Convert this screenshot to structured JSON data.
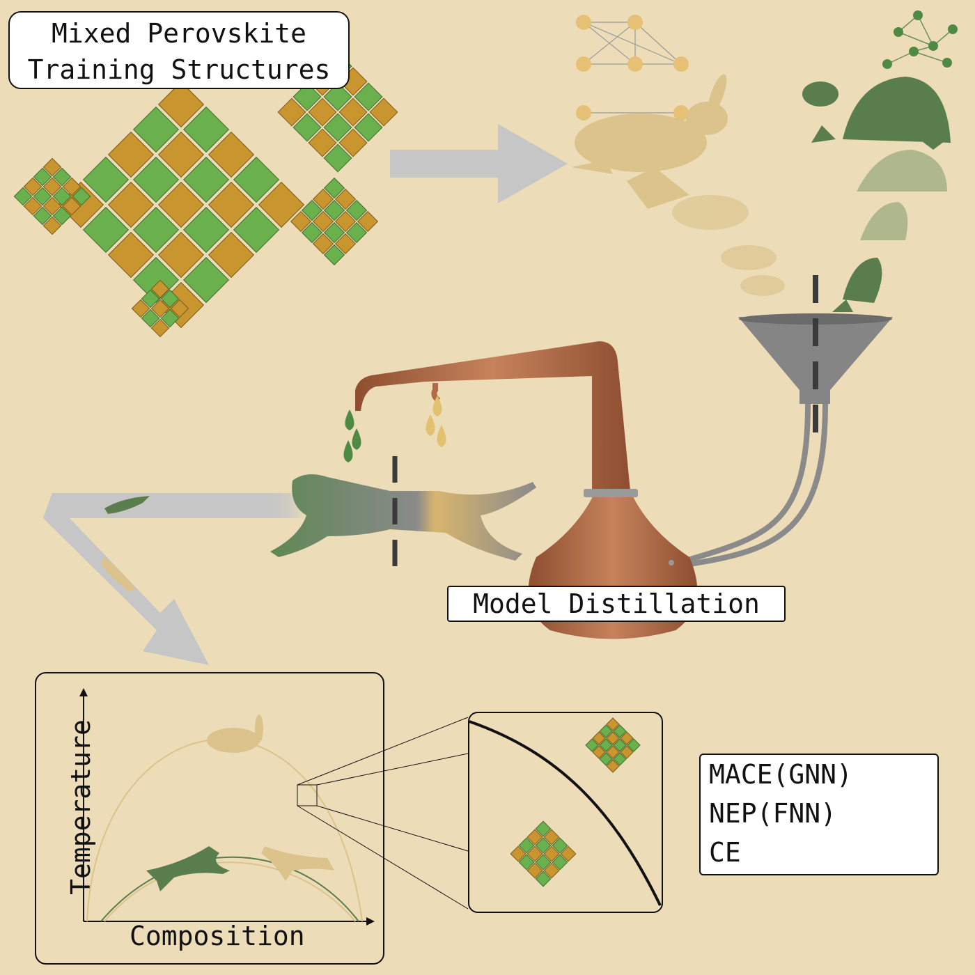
{
  "title": {
    "line1": "Mixed Perovskite",
    "line2": "Training Structures"
  },
  "distillation_label": "Model Distillation",
  "plot": {
    "ylabel": "Temperature",
    "xlabel": "Composition"
  },
  "legend": [
    {
      "label": "MACE(GNN)",
      "icon": "turtle-icon",
      "color": "#5a7d4d"
    },
    {
      "label": "NEP(FNN)",
      "icon": "rabbit-icon",
      "color": "#dcc38c"
    },
    {
      "label": "CE",
      "icon": "cheetah-icon",
      "color": "#8a8a8a"
    }
  ],
  "colors": {
    "background": "#ecdcb8",
    "green": "#6ab04c",
    "gold": "#c8952f",
    "copper": "#b06a45",
    "gray": "#c6c6c6"
  }
}
